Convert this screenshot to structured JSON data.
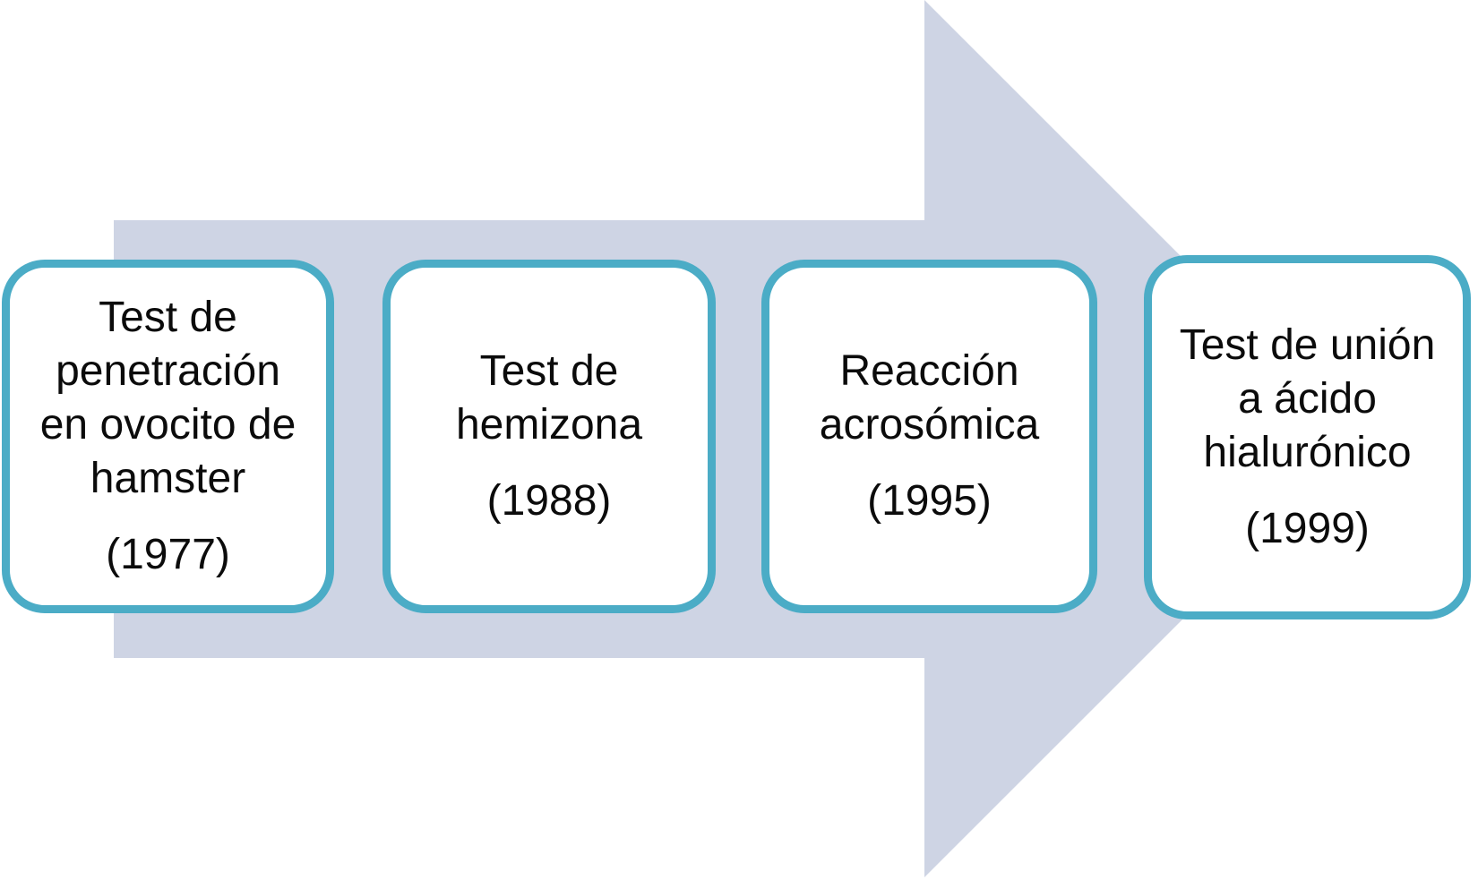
{
  "diagram": {
    "type": "timeline-arrow",
    "arrow_color": "#CED4E4",
    "box_border_color": "#4BACC6",
    "box_fill_color": "#FFFFFF",
    "text_color": "#0B0B0B",
    "boxes": [
      {
        "title": "Test de penetración en ovocito de hamster",
        "year": "(1977)"
      },
      {
        "title": "Test de hemizona",
        "year": "(1988)"
      },
      {
        "title": "Reacción acrosómica",
        "year": "(1995)"
      },
      {
        "title": "Test de unión a ácido hialurónico",
        "year": "(1999)"
      }
    ]
  }
}
